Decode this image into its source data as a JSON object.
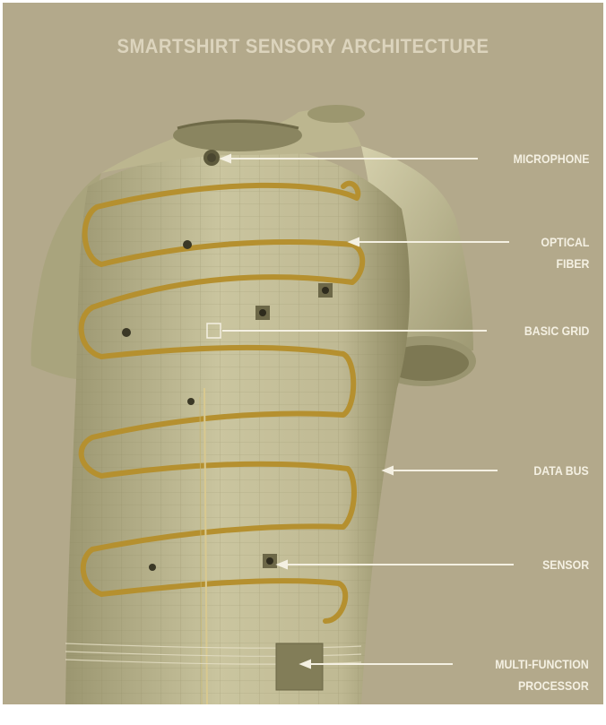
{
  "title": "SMARTSHIRT SENSORY ARCHITECTURE",
  "callouts": {
    "microphone": "MICROPHONE",
    "optical_fiber_line1": "OPTICAL",
    "optical_fiber_line2": "FIBER",
    "basic_grid": "BASIC GRID",
    "data_bus": "DATA BUS",
    "sensor": "SENSOR",
    "processor_line1": "MULTI-FUNCTION",
    "processor_line2": "PROCESSOR"
  },
  "colors": {
    "background": "#b3a98b",
    "shirt": "#c4be98",
    "shirt_shadow": "#8f8a63",
    "fiber": "#b5902f",
    "labels": "#f4f0e2"
  }
}
